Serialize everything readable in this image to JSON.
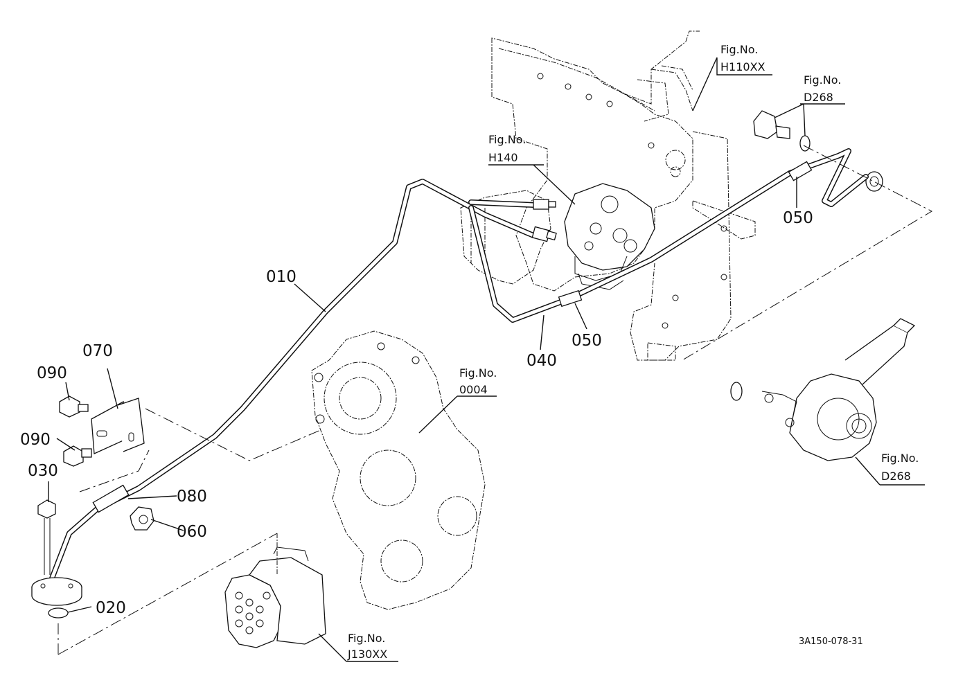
{
  "parts": {
    "p010": "010",
    "p020": "020",
    "p030": "030",
    "p040": "040",
    "p050a": "050",
    "p050b": "050",
    "p060": "060",
    "p070": "070",
    "p080": "080",
    "p090a": "090",
    "p090b": "090"
  },
  "fig_refs": {
    "label": "Fig.No.",
    "h110xx": "H110XX",
    "d268_top": "D268",
    "h140": "H140",
    "f0004": "0004",
    "d268_bottom": "D268",
    "j130xx": "J130XX"
  },
  "drawing_code": "3A150-078-31"
}
